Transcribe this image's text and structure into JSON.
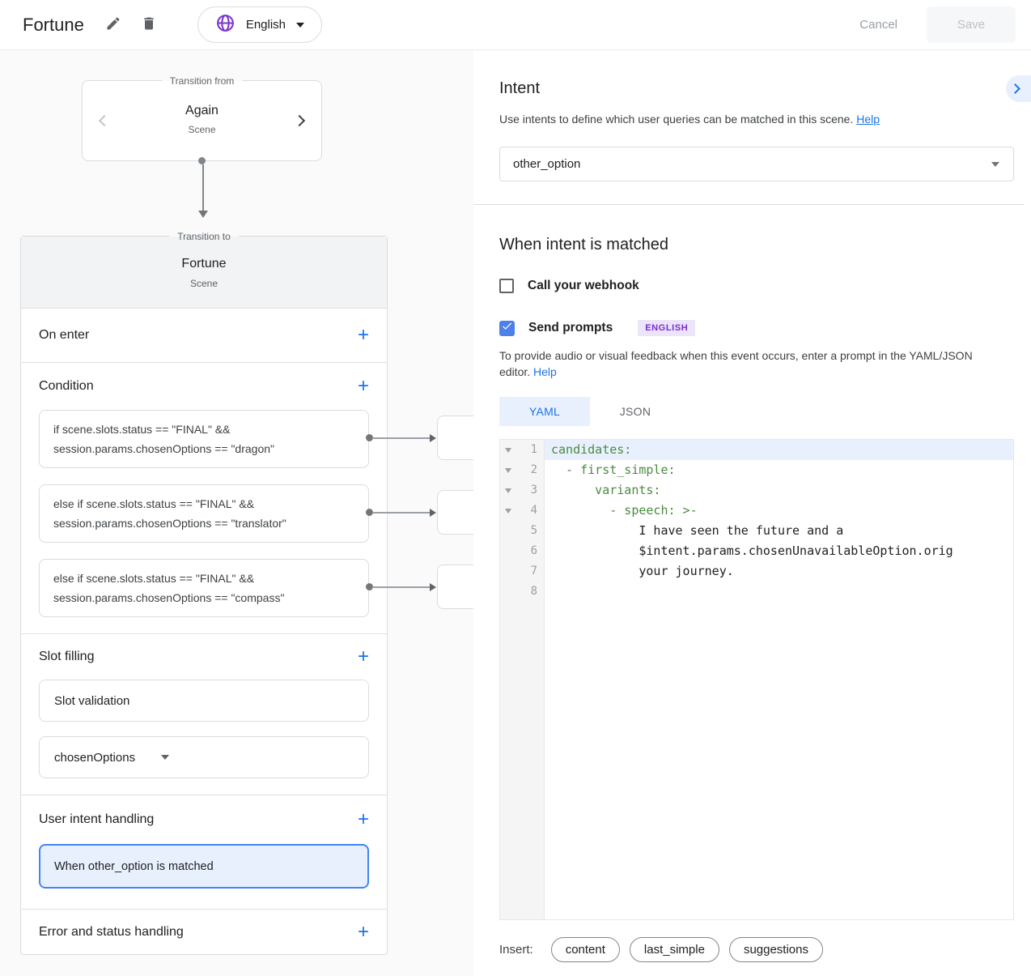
{
  "header": {
    "title": "Fortune",
    "language": "English",
    "cancel": "Cancel",
    "save": "Save"
  },
  "flow": {
    "from_legend": "Transition from",
    "from_title": "Again",
    "from_subtitle": "Scene",
    "to_legend": "Transition to",
    "to_title": "Fortune",
    "to_subtitle": "Scene"
  },
  "scene": {
    "labels": {
      "on_enter": "On enter",
      "condition": "Condition",
      "slot_filling": "Slot filling",
      "user_intent": "User intent handling",
      "error": "Error and status handling"
    },
    "conditions": [
      {
        "line1": "if scene.slots.status == \"FINAL\" &&",
        "line2": "session.params.chosenOptions == \"dragon\""
      },
      {
        "line1": "else if scene.slots.status == \"FINAL\" &&",
        "line2": "session.params.chosenOptions == \"translator\""
      },
      {
        "line1": "else if scene.slots.status == \"FINAL\" &&",
        "line2": "session.params.chosenOptions == \"compass\""
      }
    ],
    "slot_validation": "Slot validation",
    "slot_param": "chosenOptions",
    "intent_handler": "When other_option is matched"
  },
  "intent_panel": {
    "title": "Intent",
    "description": "Use intents to define which user queries can be matched in this scene.",
    "help": "Help",
    "selected_intent": "other_option",
    "matched_heading": "When intent is matched",
    "webhook_label": "Call your webhook",
    "prompts_label": "Send prompts",
    "language_badge": "ENGLISH",
    "hint_line1": "To provide audio or visual feedback when this event occurs, enter a prompt in the YAML/JSON",
    "hint_line2": "editor.",
    "hint_help": "Help",
    "insert_label": "Insert:",
    "insert_buttons": [
      "content",
      "last_simple",
      "suggestions"
    ]
  },
  "code": {
    "tab_yaml": "YAML",
    "tab_json": "JSON",
    "lines": [
      {
        "num": "1",
        "text": "candidates:"
      },
      {
        "num": "2",
        "text": "  - first_simple:"
      },
      {
        "num": "3",
        "text": "      variants:"
      },
      {
        "num": "4",
        "text": "        - speech: >-"
      },
      {
        "num": "5",
        "text": "            I have seen the future and a"
      },
      {
        "num": "6",
        "text": "            $intent.params.chosenUnavailableOption.orig"
      },
      {
        "num": "7",
        "text": "            your journey."
      },
      {
        "num": "8",
        "text": ""
      }
    ]
  },
  "icons": {
    "edit": "pencil",
    "delete": "trash",
    "language": "globe",
    "dropdown": "caret-down",
    "add": "plus",
    "fold": "triangle-down",
    "checked": "checkmark",
    "prev": "chevron-left",
    "next": "chevron-right",
    "expand": "chevron-right"
  },
  "colors": {
    "accent_blue": "#1a73e8",
    "selection_blue": "#e8f0fe",
    "checkbox_blue": "#4e80e9",
    "highlight_border": "#4285f4",
    "code_green": "#4a8b3f",
    "badge_purple": "#7b2bd6",
    "badge_bg": "#ece4f8",
    "globe_purple": "#7c35d1",
    "border_gray": "#dadce0",
    "panel_gray": "#fafafa",
    "header_gray": "#f1f3f4"
  }
}
